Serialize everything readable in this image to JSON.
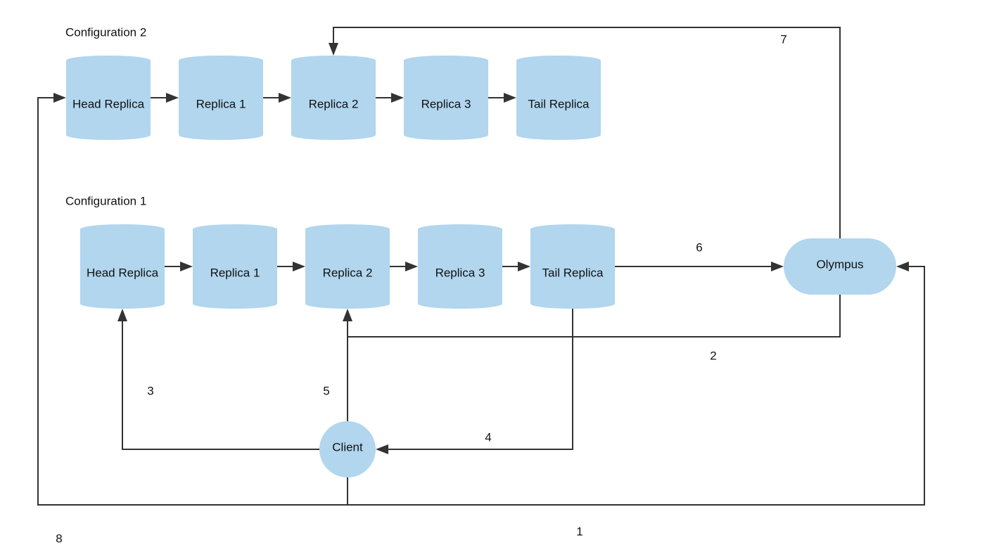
{
  "colors": {
    "node_fill": "#b1d6ee",
    "line": "#333333",
    "text": "#111111",
    "background": "#ffffff"
  },
  "sections": {
    "configuration_2": "Configuration 2",
    "configuration_1": "Configuration 1"
  },
  "config2": {
    "nodes": [
      "Head Replica",
      "Replica 1",
      "Replica 2",
      "Replica 3",
      "Tail Replica"
    ]
  },
  "config1": {
    "nodes": [
      "Head Replica",
      "Replica 1",
      "Replica 2",
      "Replica 3",
      "Tail Replica"
    ]
  },
  "olympus": {
    "label": "Olympus"
  },
  "client": {
    "label": "Client"
  },
  "edge_labels": {
    "e1": "1",
    "e2": "2",
    "e3": "3",
    "e4": "4",
    "e5": "5",
    "e6": "6",
    "e7": "7",
    "e8": "8"
  }
}
